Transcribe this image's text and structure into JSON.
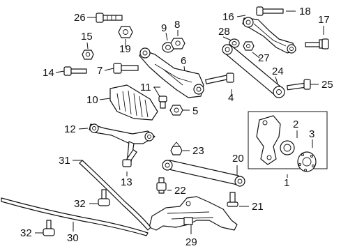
{
  "diagram": {
    "callouts": [
      "1",
      "2",
      "3",
      "4",
      "5",
      "6",
      "7",
      "8",
      "9",
      "10",
      "11",
      "12",
      "13",
      "14",
      "15",
      "16",
      "17",
      "18",
      "19",
      "20",
      "21",
      "22",
      "23",
      "24",
      "25",
      "26",
      "27",
      "28",
      "29",
      "30",
      "31",
      "32",
      "32"
    ],
    "parts": [
      {
        "id": "bolt-26",
        "icon": "bolt-icon"
      },
      {
        "id": "nut-19",
        "icon": "nut-icon"
      },
      {
        "id": "washer-9",
        "icon": "washer-icon"
      },
      {
        "id": "nut-8",
        "icon": "nut-icon"
      },
      {
        "id": "nut-15",
        "icon": "nut-icon"
      },
      {
        "id": "bolt-14",
        "icon": "bolt-icon"
      },
      {
        "id": "bolt-7",
        "icon": "bolt-icon"
      },
      {
        "id": "control-arm-6",
        "icon": "control-arm-icon"
      },
      {
        "id": "heat-shield-10",
        "icon": "shield-icon"
      },
      {
        "id": "clip-11",
        "icon": "clip-icon"
      },
      {
        "id": "nut-5",
        "icon": "nut-icon"
      },
      {
        "id": "bolt-4",
        "icon": "bolt-icon"
      },
      {
        "id": "upper-arm-16",
        "icon": "control-arm-icon"
      },
      {
        "id": "bolt-18",
        "icon": "bolt-icon"
      },
      {
        "id": "bolt-17",
        "icon": "bolt-icon"
      },
      {
        "id": "washer-28",
        "icon": "washer-icon"
      },
      {
        "id": "nut-27",
        "icon": "nut-icon"
      },
      {
        "id": "link-24",
        "icon": "link-rod-icon"
      },
      {
        "id": "bolt-25",
        "icon": "bolt-icon"
      },
      {
        "id": "arm-12",
        "icon": "control-arm-icon"
      },
      {
        "id": "bolt-13",
        "icon": "bolt-icon"
      },
      {
        "id": "nut-23",
        "icon": "nut-icon"
      },
      {
        "id": "link-20",
        "icon": "link-rod-icon"
      },
      {
        "id": "bolt-22",
        "icon": "bolt-icon"
      },
      {
        "id": "knuckle-2",
        "icon": "knuckle-icon"
      },
      {
        "id": "hub-3",
        "icon": "hub-icon"
      },
      {
        "id": "bolt-21",
        "icon": "bolt-icon"
      },
      {
        "id": "subframe-29",
        "icon": "subframe-icon"
      },
      {
        "id": "strip-31",
        "icon": "strip-icon"
      },
      {
        "id": "strip-30",
        "icon": "strip-icon"
      },
      {
        "id": "bolt-32a",
        "icon": "bolt-icon"
      },
      {
        "id": "bolt-32b",
        "icon": "bolt-icon"
      }
    ]
  }
}
